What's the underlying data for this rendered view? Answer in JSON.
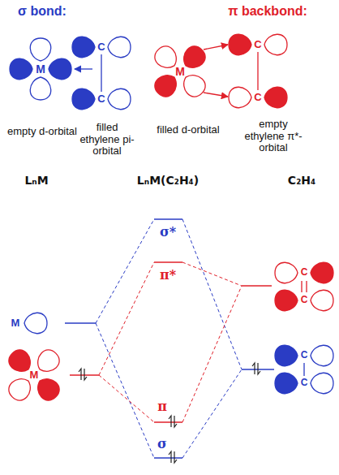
{
  "diagram": {
    "labels": [
      "σ bond:",
      "π backbond:",
      "M",
      "C",
      "C",
      "empty d-orbital",
      "filled ethylene pi-orbital",
      "M",
      "C",
      "C",
      "filled d-orbital",
      "empty ethylene π*-orbital",
      "LₙM",
      "LₙM(C₂H₄)",
      "C₂H₄",
      "σ*",
      "π*",
      "π",
      "σ",
      "M",
      "M",
      "C",
      "C",
      "C",
      "C"
    ]
  }
}
